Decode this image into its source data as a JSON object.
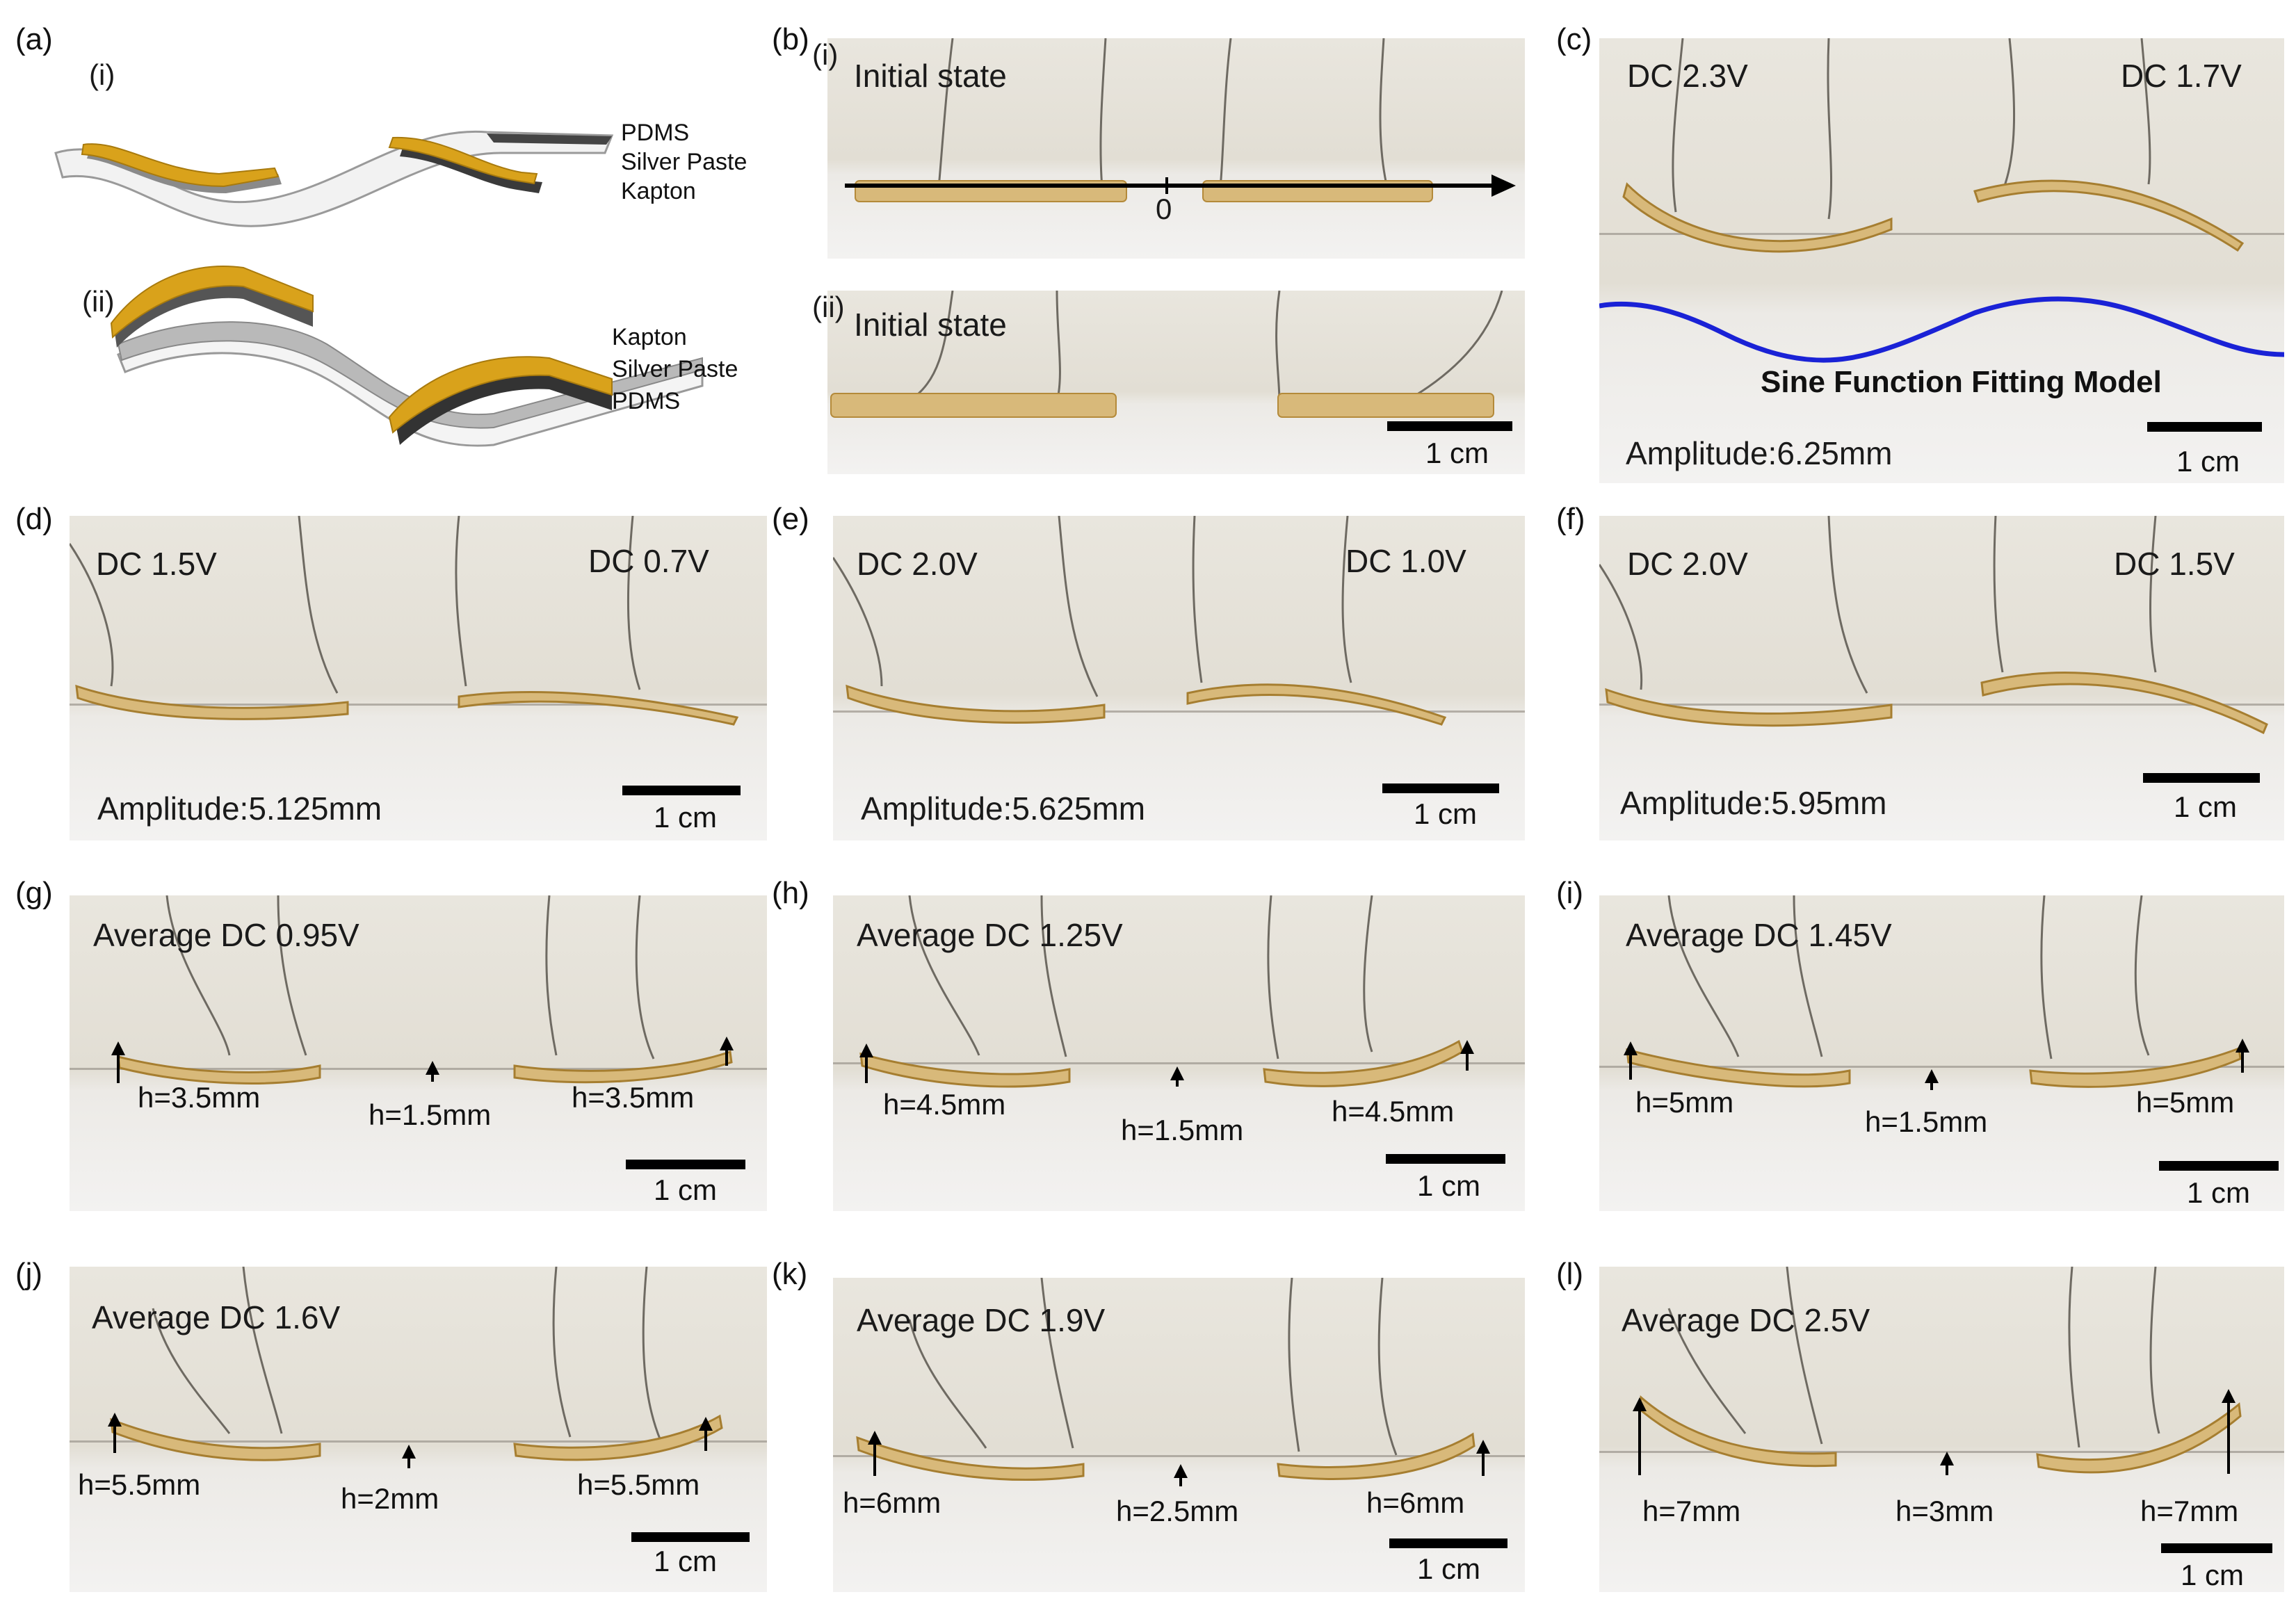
{
  "panels": {
    "a": {
      "label": "(a)",
      "i": {
        "sub": "(i)",
        "layers": [
          "PDMS",
          "Silver Paste",
          "Kapton"
        ]
      },
      "ii": {
        "sub": "(ii)",
        "layers": [
          "Kapton",
          "Silver Paste",
          "PDMS"
        ]
      }
    },
    "b": {
      "label": "(b)",
      "i": {
        "sub": "(i)",
        "state": "Initial state",
        "axis_zero": "0"
      },
      "ii": {
        "sub": "(ii)",
        "state": "Initial state",
        "scale": "1 cm"
      }
    },
    "c": {
      "label": "(c)",
      "left_dc": "DC 2.3V",
      "right_dc": "DC 1.7V",
      "fit_title": "Sine Function Fitting Model",
      "amplitude": "Amplitude:6.25mm",
      "scale": "1 cm"
    },
    "d": {
      "label": "(d)",
      "left_dc": "DC 1.5V",
      "right_dc": "DC 0.7V",
      "amplitude": "Amplitude:5.125mm",
      "scale": "1 cm"
    },
    "e": {
      "label": "(e)",
      "left_dc": "DC 2.0V",
      "right_dc": "DC 1.0V",
      "amplitude": "Amplitude:5.625mm",
      "scale": "1 cm"
    },
    "f": {
      "label": "(f)",
      "left_dc": "DC 2.0V",
      "right_dc": "DC 1.5V",
      "amplitude": "Amplitude:5.95mm",
      "scale": "1 cm"
    },
    "g": {
      "label": "(g)",
      "title": "Average DC 0.95V",
      "h_left": "h=3.5mm",
      "h_mid": "h=1.5mm",
      "h_right": "h=3.5mm",
      "scale": "1 cm"
    },
    "h": {
      "label": "(h)",
      "title": "Average DC 1.25V",
      "h_left": "h=4.5mm",
      "h_mid": "h=1.5mm",
      "h_right": "h=4.5mm",
      "scale": "1 cm"
    },
    "i": {
      "label": "(i)",
      "title": "Average DC 1.45V",
      "h_left": "h=5mm",
      "h_mid": "h=1.5mm",
      "h_right": "h=5mm",
      "scale": "1 cm"
    },
    "j": {
      "label": "(j)",
      "title": "Average DC 1.6V",
      "h_left": "h=5.5mm",
      "h_mid": "h=2mm",
      "h_right": "h=5.5mm",
      "scale": "1 cm"
    },
    "k": {
      "label": "(k)",
      "title": "Average DC 1.9V",
      "h_left": "h=6mm",
      "h_mid": "h=2.5mm",
      "h_right": "h=6mm",
      "scale": "1 cm"
    },
    "l": {
      "label": "(l)",
      "title": "Average DC 2.5V",
      "h_left": "h=7mm",
      "h_mid": "h=3mm",
      "h_right": "h=7mm",
      "scale": "1 cm"
    }
  },
  "colors": {
    "gold": "#d9a21b",
    "sine": "#1a22d6",
    "strip": "#d8b97a",
    "wire": "#6e6a62"
  }
}
